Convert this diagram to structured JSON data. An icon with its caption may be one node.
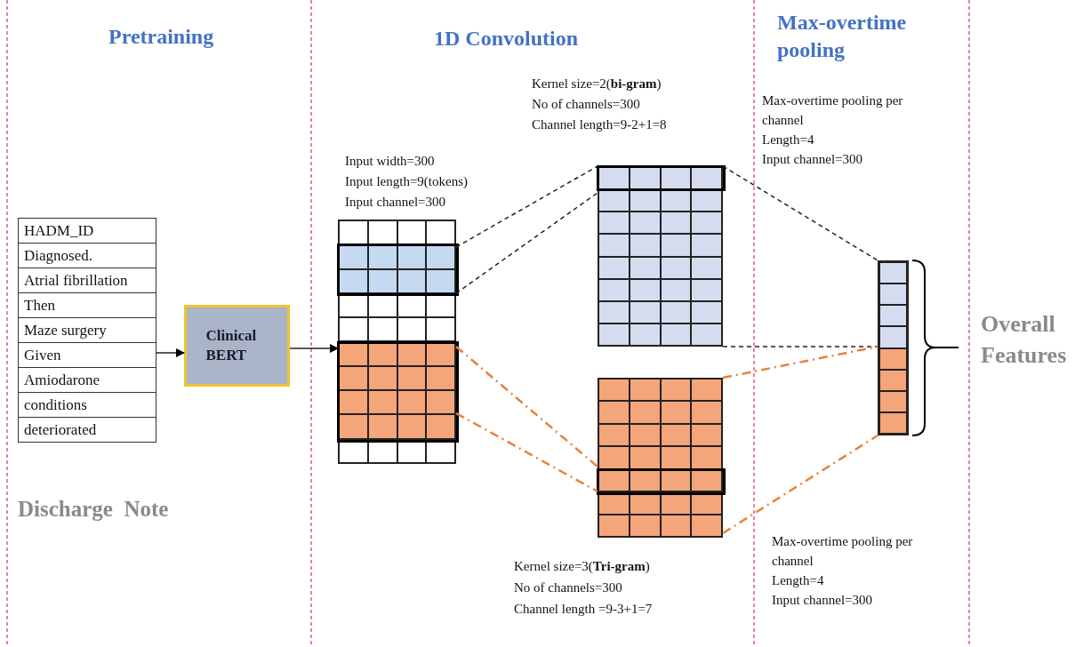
{
  "diagram": {
    "nodes": [
      {
        "text": [
          "HADM_ID",
          "Diagnosed.",
          "Atrial fibrillation",
          "Then",
          "Maze surgery",
          "Given",
          "Amiodarone",
          "conditions",
          "deteriorated"
        ],
        "beside": [
          "Discharge  Note"
        ]
      },
      {
        "text": [
          "Clinical BERT"
        ]
      },
      {
        "text": [],
        "shape": "box",
        "beside": [
          "Input width=300",
          "Input length=9(tokens)",
          "Input channel=300"
        ]
      },
      {
        "text": [],
        "shape": "box",
        "beside": [
          "Kernel size=2(**bi-gram**)",
          "No of channels=300",
          "Channel length=9-2+1=8"
        ]
      },
      {
        "text": [],
        "shape": "box",
        "beside": [
          "Kernel size=3(**Tri-gram**)",
          "No of channels=300",
          "Channel length =9-3+1=7"
        ]
      },
      {
        "text": [],
        "shape": "bar",
        "beside": [
          "Overall Features"
        ]
      }
    ],
    "edges": [
      {
        "from": 0,
        "to": 1,
        "arrow": "to"
      },
      {
        "from": 1,
        "to": 2,
        "arrow": "to"
      },
      {
        "from": 2,
        "to": 3,
        "arrow": "none",
        "style": "dashed"
      },
      {
        "from": 2,
        "to": 3,
        "arrow": "none",
        "style": "dashed"
      },
      {
        "from": 2,
        "to": 4,
        "arrow": "none",
        "style": "dashed",
        "color": "#e8823e"
      },
      {
        "from": 2,
        "to": 4,
        "arrow": "none",
        "style": "dashed",
        "color": "#e8823e"
      },
      {
        "from": 3,
        "to": 5,
        "arrow": "none",
        "style": "dashed"
      },
      {
        "from": 3,
        "to": 5,
        "arrow": "none",
        "style": "dashed"
      },
      {
        "from": 4,
        "to": 5,
        "arrow": "none",
        "style": "dashed",
        "color": "#e8823e"
      },
      {
        "from": 4,
        "to": 5,
        "arrow": "none",
        "style": "dashed",
        "color": "#e8823e"
      }
    ],
    "labels": [
      "Pretraining",
      "1D Convolution",
      "Max-overtime pooling",
      "Max-overtime pooling per channel",
      "Length=4",
      "Input channel=300",
      "Max-overtime pooling per channel",
      "Length=4",
      "Input channel=300"
    ]
  }
}
